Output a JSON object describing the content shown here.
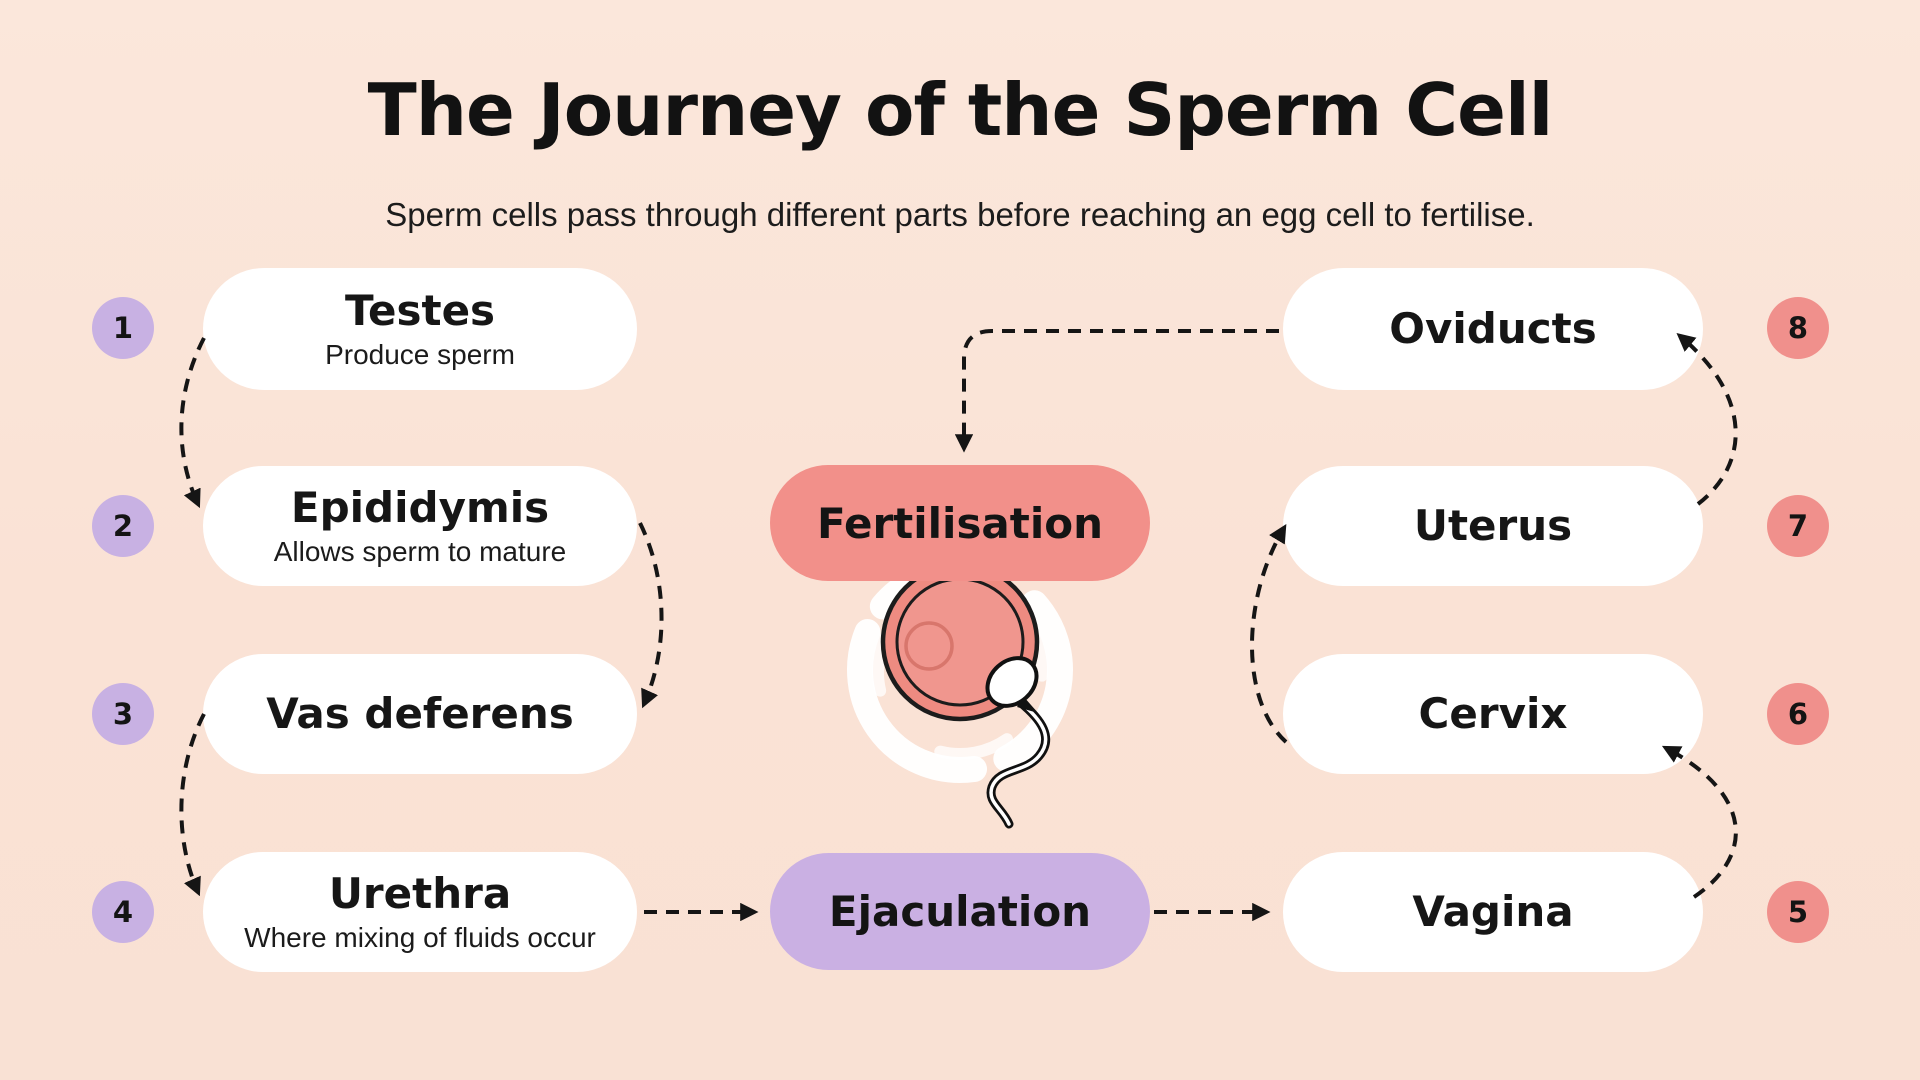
{
  "title": "The Journey of the Sperm Cell",
  "subtitle": "Sperm cells pass through different parts before reaching an egg cell to fertilise.",
  "left_steps": [
    {
      "num": "1",
      "label": "Testes",
      "desc": "Produce sperm"
    },
    {
      "num": "2",
      "label": "Epididymis",
      "desc": "Allows sperm to mature"
    },
    {
      "num": "3",
      "label": "Vas deferens"
    },
    {
      "num": "4",
      "label": "Urethra",
      "desc": "Where mixing of fluids occur"
    }
  ],
  "right_steps": [
    {
      "num": "8",
      "label": "Oviducts"
    },
    {
      "num": "7",
      "label": "Uterus"
    },
    {
      "num": "6",
      "label": "Cervix"
    },
    {
      "num": "5",
      "label": "Vagina"
    }
  ],
  "center_nodes": {
    "fertilisation": "Fertilisation",
    "ejaculation": "Ejaculation"
  },
  "icons": {
    "egg": "egg-cell-icon",
    "sperm": "sperm-cell-icon",
    "swirl": "brush-swirl-icon",
    "arrows": "dashed-flow-arrows"
  },
  "colors": {
    "background": "#FAE2D5",
    "card": "#FFFFFF",
    "accent_purple": "#CAB0E3",
    "accent_salmon": "#F2908A",
    "badge_purple": "#C8B1E3",
    "badge_salmon": "#F0908C",
    "text": "#161616",
    "egg_fill": "#EE8B81",
    "egg_inner": "#F0968E"
  }
}
